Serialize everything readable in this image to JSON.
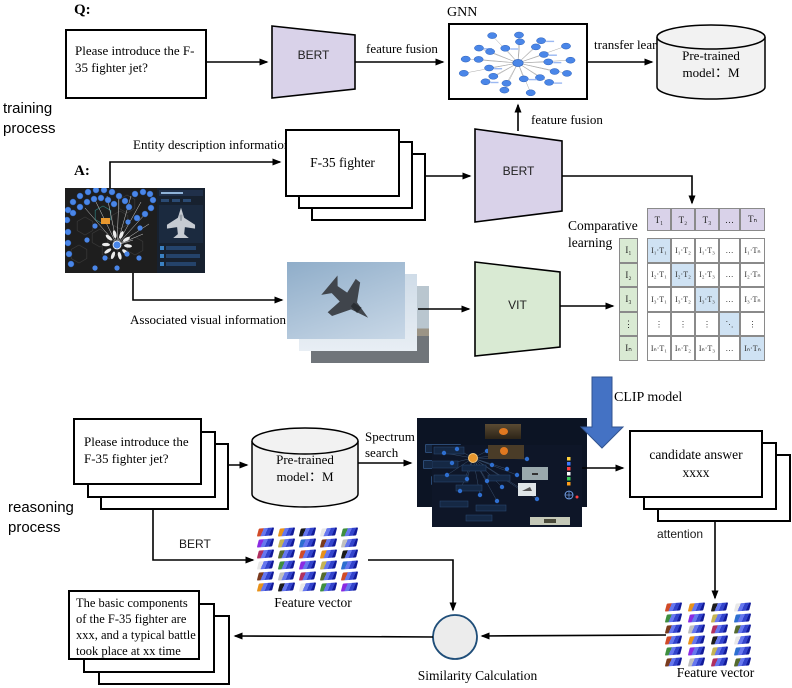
{
  "colors": {
    "bert_fill": "#d9d2e9",
    "vit_fill": "#d9ead3",
    "cylinder_fill": "#f2f2f2",
    "matrix_header_fill": "#d9d2e9",
    "matrix_label_fill": "#d9ead3",
    "matrix_highlight_fill": "#cfe2f3",
    "clip_arrow_fill": "#4472c4",
    "clip_arrow_stroke": "#31538f",
    "node_blue": "#4a86e8",
    "circle_fill": "#ececec",
    "circle_stroke": "#1f4e79"
  },
  "training": {
    "section_label": [
      "training",
      "process"
    ],
    "q_label": "Q:",
    "a_label": "A:",
    "question_box": "Please introduce the F-35 fighter jet?",
    "bert1_label": "BERT",
    "feature_fusion_top": "feature fusion",
    "gnn_label": "GNN",
    "transfer_learning": "transfer learning",
    "pretrained_model": [
      "Pre-trained",
      "model：M"
    ],
    "entity_info": "Entity description information",
    "f35_box": "F-35 fighter",
    "bert2_label": "BERT",
    "feature_fusion_mid": "feature fusion",
    "visual_info": "Associated visual information",
    "vit_label": "VIT",
    "comparative_learning": [
      "Comparative",
      "learning"
    ]
  },
  "matrix": {
    "col_headers": [
      "T₁",
      "T₂",
      "T₃",
      "…",
      "Tₙ"
    ],
    "row_labels": [
      "I₁",
      "I₂",
      "I₃",
      "⋮",
      "Iₙ"
    ],
    "cells": [
      [
        "I₁·T₁",
        "I₁·T₂",
        "I₁·T₃",
        "…",
        "I₁·Tₙ"
      ],
      [
        "I₂·T₁",
        "I₂·T₂",
        "I₂·T₃",
        "…",
        "I₂·Tₙ"
      ],
      [
        "I₃·T₁",
        "I₃·T₂",
        "I₃·T₃",
        "…",
        "I₃·Tₙ"
      ],
      [
        "⋮",
        "⋮",
        "⋮",
        "⋱",
        "⋮"
      ],
      [
        "Iₙ·T₁",
        "Iₙ·T₂",
        "Iₙ·T₃",
        "…",
        "Iₙ·Tₙ"
      ]
    ],
    "highlight_diagonal": [
      [
        0,
        0
      ],
      [
        1,
        1
      ],
      [
        2,
        2
      ],
      [
        3,
        3
      ],
      [
        4,
        4
      ]
    ]
  },
  "clip": {
    "label": "CLIP model"
  },
  "reasoning": {
    "section_label": [
      "reasoning",
      "process"
    ],
    "question_box": "Please introduce the F-35 fighter jet?",
    "pretrained_model": [
      "Pre-trained",
      "model：M"
    ],
    "spectrum_search": [
      "Spectrum",
      "search"
    ],
    "candidate_answer": [
      "candidate answer",
      "xxxx"
    ],
    "attention": "attention",
    "bert_label": "BERT",
    "feature_vector_left": "Feature vector",
    "feature_vector_right": "Feature vector",
    "similarity": "Similarity Calculation",
    "answer_box": "The basic components of the F-35 fighter are xxx, and a typical battle took place at xx time"
  }
}
